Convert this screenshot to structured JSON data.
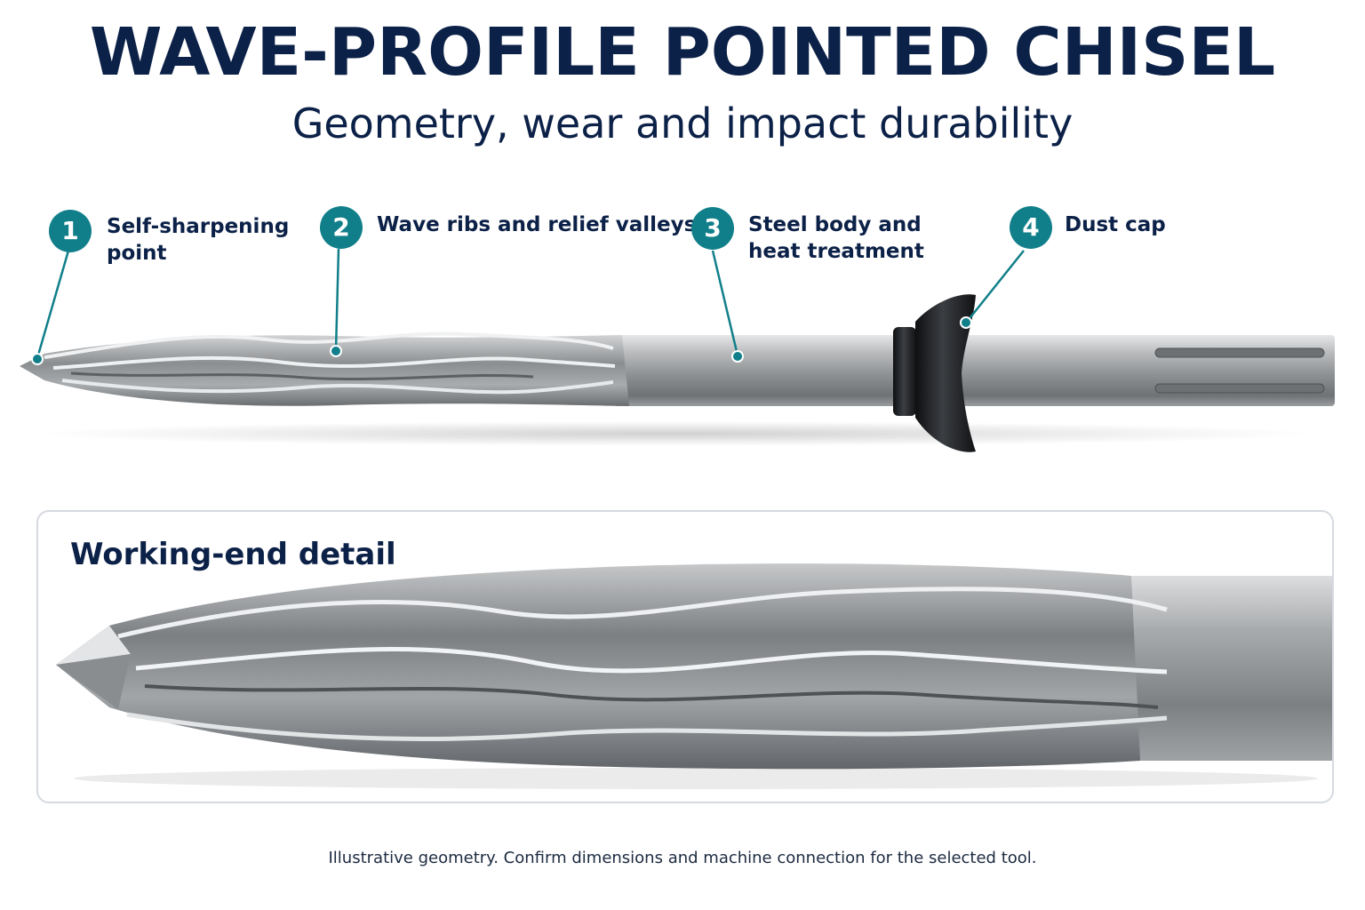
{
  "header": {
    "title": "WAVE-PROFILE POINTED CHISEL",
    "subtitle": "Geometry, wear and impact durability"
  },
  "callouts": [
    {
      "number": "1",
      "lines": [
        "Self-sharpening",
        "point"
      ]
    },
    {
      "number": "2",
      "lines": [
        "Wave ribs and relief valleys"
      ]
    },
    {
      "number": "3",
      "lines": [
        "Steel body and",
        "heat treatment"
      ]
    },
    {
      "number": "4",
      "lines": [
        "Dust cap"
      ]
    }
  ],
  "detail": {
    "title": "Working-end detail"
  },
  "footnote": "Illustrative geometry. Confirm dimensions and machine connection for the selected tool.",
  "colors": {
    "navy": "#0c2147",
    "teal": "#117f8a",
    "steel": "#a3a6a8",
    "cap": "#1a1c1f"
  }
}
